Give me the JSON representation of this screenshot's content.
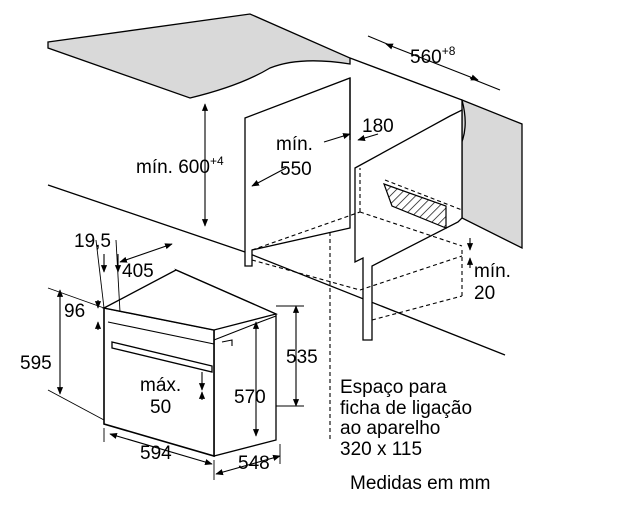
{
  "dimensions": {
    "cabinet_depth": {
      "value": "560",
      "sup": "+8"
    },
    "cabinet_height": {
      "value": "mín. 600",
      "sup": "+4"
    },
    "inner_depth": {
      "line1": "mín.",
      "line2": "550"
    },
    "cutout_offset": "180",
    "bottom_gap": {
      "line1": "mín.",
      "line2": "20"
    },
    "front_offset": "19,5",
    "panel_depth": "405",
    "panel_height": "96",
    "front_height": "595",
    "body_height_outer": "535",
    "body_height_inner": "570",
    "handle_gap": {
      "line1": "máx.",
      "line2": "50"
    },
    "front_width": "594",
    "body_depth": "548"
  },
  "socket_note": [
    "Espaço para",
    "ficha de ligação",
    "ao aparelho",
    "320 x 115"
  ],
  "units_note": "Medidas em mm",
  "colors": {
    "line": "#000000",
    "countertop": "#d9d9d9",
    "background": "#ffffff"
  }
}
